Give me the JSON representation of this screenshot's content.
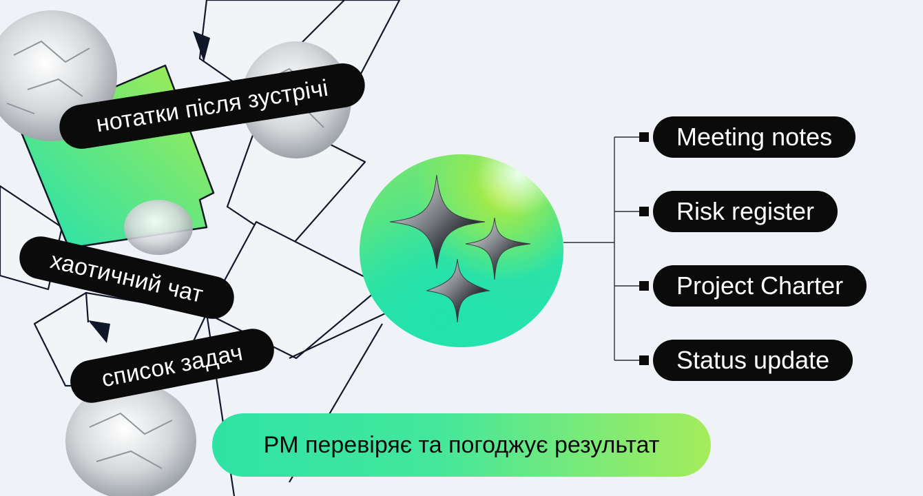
{
  "inputs": [
    {
      "label": "нотатки після зустрічі"
    },
    {
      "label": "хаотичний чат"
    },
    {
      "label": "список задач"
    }
  ],
  "center": {
    "icon": "sparkle-icon"
  },
  "outputs": [
    {
      "label": "Meeting notes"
    },
    {
      "label": "Risk register"
    },
    {
      "label": "Project Charter"
    },
    {
      "label": "Status update"
    }
  ],
  "footer": {
    "label": "PM перевіряє та погоджує результат"
  },
  "colors": {
    "background": "#eff3f7",
    "pill": "#0b0b0b",
    "accent_green": "#2ee3a5",
    "accent_lime": "#a6ec5b",
    "line": "#101828"
  }
}
